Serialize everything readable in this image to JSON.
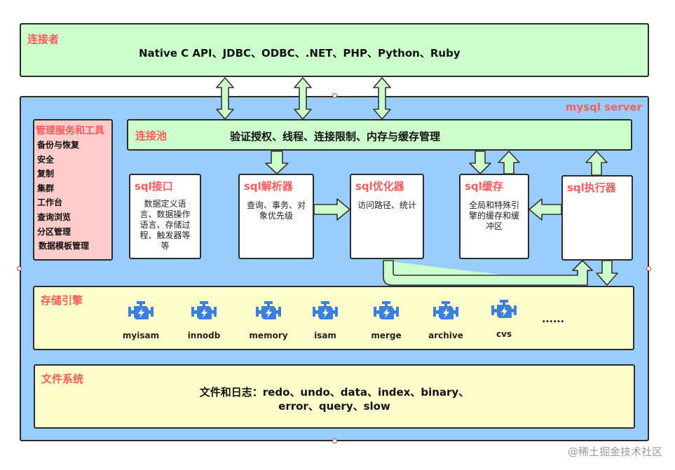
{
  "connector": {
    "title": "连接者",
    "languages": "Native C API、JDBC、ODBC、.NET、PHP、Python、Ruby"
  },
  "server": {
    "title": "mysql server"
  },
  "management": {
    "title": "管理服务和工具",
    "items": [
      "备份与恢复",
      "安全",
      "复制",
      "集群",
      "工作台",
      "查询浏览",
      "分区管理",
      "数据模板管理"
    ]
  },
  "pool": {
    "title": "连接池",
    "desc": "验证授权、线程、连接限制、内存与缓存管理"
  },
  "components": [
    {
      "title": "sql接口",
      "desc": "数据定义语言、数据操作语言、存储过程、触发器等等"
    },
    {
      "title": "sql解析器",
      "desc": "查询、事务、对象优先级"
    },
    {
      "title": "sql优化器",
      "desc": "访问路径、统计"
    },
    {
      "title": "sql缓存",
      "desc": "全局和特殊引擎的缓存和缓冲区"
    },
    {
      "title": "sql执行器",
      "desc": ""
    }
  ],
  "storage": {
    "title": "存储引擎",
    "engines": [
      "myisam",
      "innodb",
      "memory",
      "isam",
      "merge",
      "archive",
      "cvs"
    ],
    "more": "......",
    "icon": "engine-icon",
    "icon_color": "#3b7fe0"
  },
  "filesystem": {
    "title": "文件系统",
    "line1": "文件和日志：redo、undo、data、index、binary、",
    "line2": "error、query、slow"
  },
  "watermark": "@稀土掘金技术社区",
  "colors": {
    "title_red": "#ff5a5a",
    "green": "#ccffcc",
    "blue": "#99ccff",
    "pink": "#ffcccc",
    "yellow": "#ffffcc"
  }
}
